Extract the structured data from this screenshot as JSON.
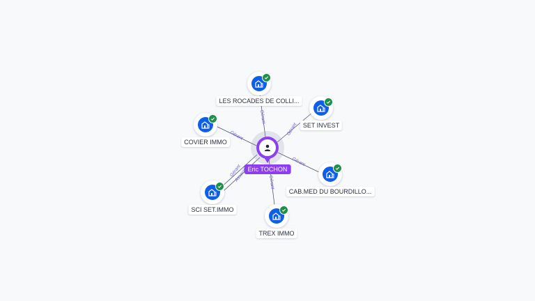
{
  "center": {
    "name": "Eric TOCHON",
    "icon": "person-icon",
    "color": "#8b3ff0"
  },
  "companies": [
    {
      "id": "les-rocades",
      "label": "LES ROCADES DE COLLI...",
      "relation": "Gérant",
      "icon": "building-icon",
      "status": "verified"
    },
    {
      "id": "set-invest",
      "label": "SET INVEST",
      "relation": "Gérant",
      "icon": "building-icon",
      "status": "verified"
    },
    {
      "id": "covier-immo",
      "label": "COVIER IMMO",
      "relation": "Gérant",
      "icon": "building-icon",
      "status": "verified"
    },
    {
      "id": "cab-med",
      "label": "CAB.MED DU BOURDILLO...",
      "relation": "Gérant",
      "icon": "building-icon",
      "status": "verified"
    },
    {
      "id": "sci-set-immo",
      "label": "SCI SET.IMMO",
      "relation": "Gérant",
      "relation2": "Associé",
      "icon": "building-icon",
      "status": "verified"
    },
    {
      "id": "trex-immo",
      "label": "TREX IMMO",
      "relation": "Gérant",
      "icon": "building-icon",
      "status": "verified"
    }
  ],
  "colors": {
    "company_icon": "#0f5ee8",
    "verified_badge": "#1f8f4a",
    "edge_label": "#6b5fd3"
  }
}
